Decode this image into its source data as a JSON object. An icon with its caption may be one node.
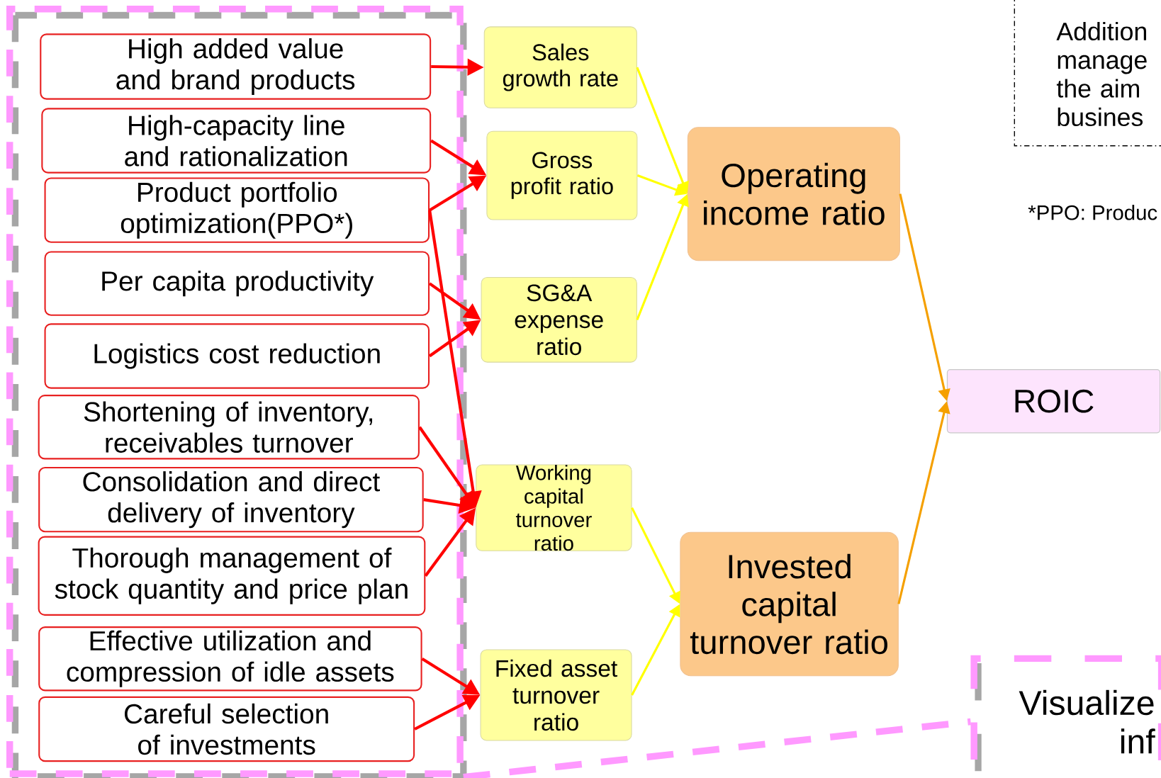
{
  "diagram": {
    "nodes": [
      {
        "text": [],
        "shape": "box"
      },
      {
        "text": [
          "High added value and brand products"
        ],
        "in": 0
      },
      {
        "text": [
          "High-capacity line and rationalization"
        ],
        "in": 0
      },
      {
        "text": [
          "Product portfolio optimization(PPO*)"
        ],
        "in": 0
      },
      {
        "text": [
          "Per capita productivity"
        ],
        "in": 0
      },
      {
        "text": [
          "Logistics cost reduction"
        ],
        "in": 0
      },
      {
        "text": [
          "Shortening of inventory, receivables turnover"
        ],
        "in": 0
      },
      {
        "text": [
          "Consolidation and direct delivery of inventory"
        ],
        "in": 0
      },
      {
        "text": [
          "Thorough management of stock quantity and price plan"
        ],
        "in": 0
      },
      {
        "text": [
          "Effective utilization and compression of idle assets"
        ],
        "in": 0
      },
      {
        "text": [
          "Careful selection of investments"
        ],
        "in": 0
      },
      {
        "text": [
          "Sales growth rate"
        ]
      },
      {
        "text": [
          "Gross profit ratio"
        ]
      },
      {
        "text": [
          "SG&A expense ratio"
        ]
      },
      {
        "text": [
          "Working capital turnover ratio"
        ]
      },
      {
        "text": [
          "Fixed asset turnover ratio"
        ]
      },
      {
        "text": [
          "Operating income ratio"
        ]
      },
      {
        "text": [
          "Invested capital turnover ratio"
        ]
      },
      {
        "text": [
          "ROIC"
        ]
      },
      {
        "text": [
          "Visualize inf"
        ]
      },
      {
        "text": [
          "Addition manage the aim busines"
        ]
      }
    ],
    "edges": [
      {
        "from": 1,
        "to": 11,
        "arrow": "to"
      },
      {
        "from": 2,
        "to": 12,
        "arrow": "to"
      },
      {
        "from": 3,
        "to": 12,
        "arrow": "to"
      },
      {
        "from": 3,
        "to": 14,
        "arrow": "to"
      },
      {
        "from": 4,
        "to": 13,
        "arrow": "to"
      },
      {
        "from": 5,
        "to": 13,
        "arrow": "to"
      },
      {
        "from": 6,
        "to": 14,
        "arrow": "to"
      },
      {
        "from": 7,
        "to": 14,
        "arrow": "to"
      },
      {
        "from": 8,
        "to": 14,
        "arrow": "to"
      },
      {
        "from": 9,
        "to": 15,
        "arrow": "to"
      },
      {
        "from": 10,
        "to": 15,
        "arrow": "to"
      },
      {
        "from": 11,
        "to": 16,
        "arrow": "to",
        "color": "#ffff00"
      },
      {
        "from": 12,
        "to": 16,
        "arrow": "to",
        "color": "#ffff00"
      },
      {
        "from": 13,
        "to": 16,
        "arrow": "to",
        "color": "#ffff00"
      },
      {
        "from": 14,
        "to": 17,
        "arrow": "to",
        "color": "#ffff00"
      },
      {
        "from": 15,
        "to": 17,
        "arrow": "to",
        "color": "#ffff00"
      },
      {
        "from": 16,
        "to": 18,
        "arrow": "to",
        "color": "#f5a000"
      },
      {
        "from": 17,
        "to": 18,
        "arrow": "to",
        "color": "#f5a000"
      },
      {
        "from": 0,
        "to": 19,
        "arrow": "none",
        "style": "dashed",
        "color": "#ff99ff"
      }
    ],
    "labels": [
      "*PPO: Produc"
    ]
  }
}
